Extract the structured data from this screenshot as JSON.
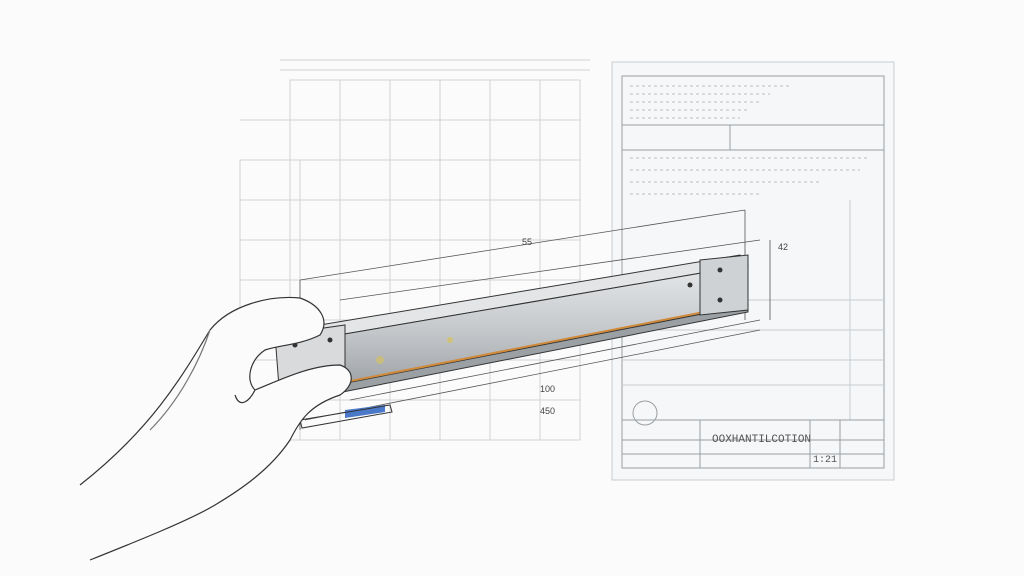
{
  "drawing": {
    "title_block_text": "OOXHANTILCOTION",
    "scale_text": "1:21",
    "dimension_labels": [
      "55",
      "100",
      "450",
      "42"
    ],
    "colors": {
      "paper": "#fbfbfb",
      "sheet": "#f6f7f8",
      "line": "#333333",
      "faint_line": "#c5c9cc",
      "beam_light": "#d8dadb",
      "beam_shadow": "#8a8f93",
      "accent_blue": "#4a79c9",
      "accent_yellow": "#d8c25a",
      "accent_orange": "#d08a3a"
    }
  }
}
